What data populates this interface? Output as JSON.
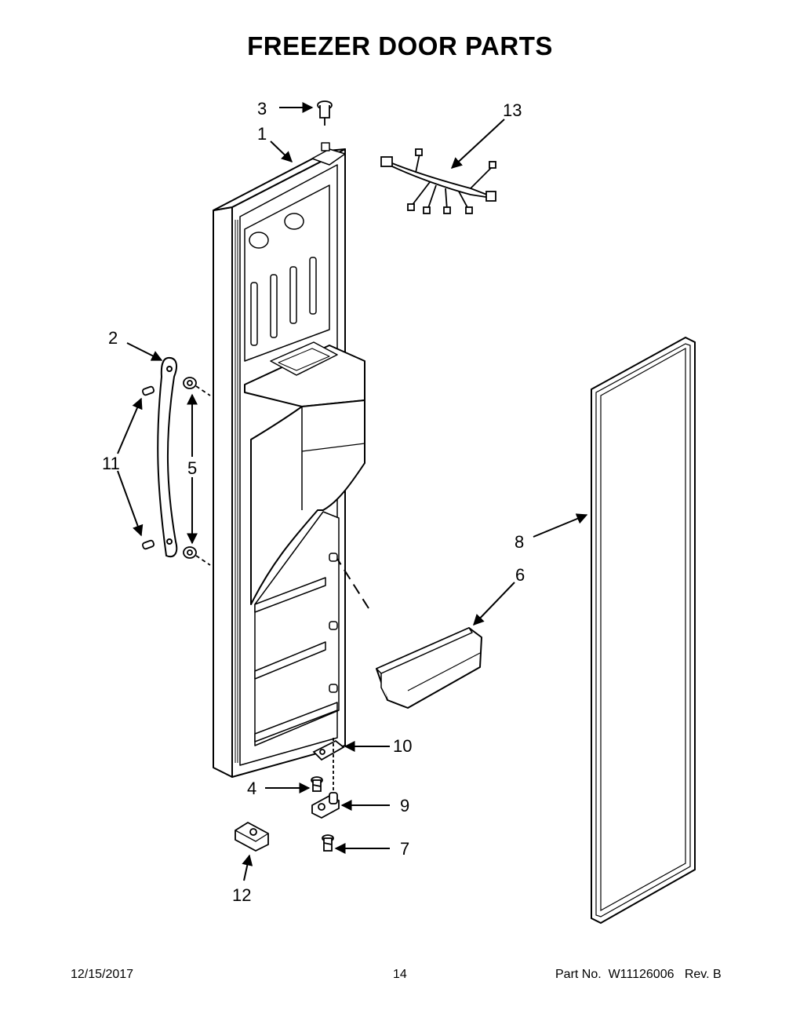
{
  "title": "FREEZER DOOR PARTS",
  "callouts": {
    "c1": "1",
    "c2": "2",
    "c3": "3",
    "c4": "4",
    "c5": "5",
    "c6": "6",
    "c7": "7",
    "c8": "8",
    "c9": "9",
    "c10": "10",
    "c11": "11",
    "c12": "12",
    "c13": "13"
  },
  "footer": {
    "date": "12/15/2017",
    "page": "14",
    "part_label": "Part No.",
    "part_number": "W11126006",
    "rev_label": "Rev.",
    "rev": "B"
  }
}
